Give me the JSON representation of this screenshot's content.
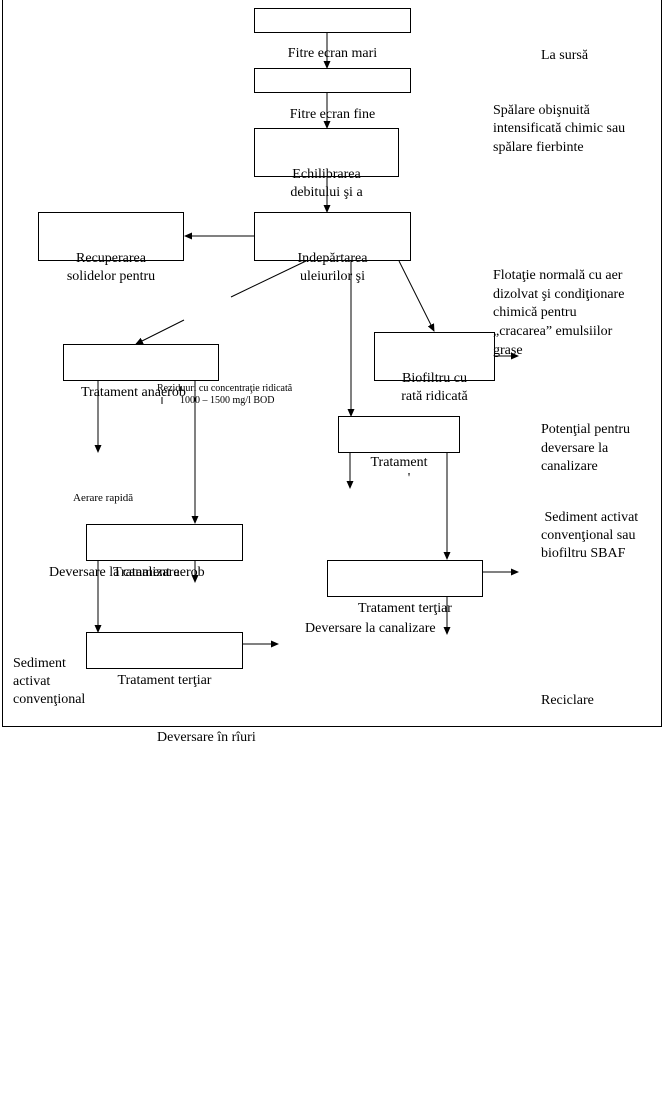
{
  "labels": {
    "fitre_mari": "Fitre ecran mari",
    "fitre_fine": "Fitre ecran fine",
    "echilibrare_1": "Echilibrarea",
    "echilibrare_2": "debitului şi a",
    "recuperare_1": "Recuperarea",
    "recuperare_2": "solidelor pentru",
    "indepartare_1": "Indepărtarea",
    "indepartare_2": "uleiurilor şi",
    "trat_anaerob": "Tratament anaerob",
    "reziduuri_1": "Reziduuri cu concentraţie ridicată",
    "reziduuri_2": "1000 – 1500 mg/l BOD",
    "biofiltru_1": "Biofiltru cu",
    "biofiltru_2": "rată ridicată",
    "trat_mid_1": "Tratament",
    "trat_mid_2": "'",
    "aerare": "Aerare  rapidă",
    "deversare_can_left": "Deversare la canalizare",
    "trat_aerob": "Tratament aerob",
    "trat_tertiar_right": "Tratament terţiar",
    "deversare_can_right": "Deversare la canalizare",
    "trat_tertiar_left": "Tratament terţiar",
    "sediment_left_1": "Sediment",
    "sediment_left_2": "activat",
    "sediment_left_3": "convenţional",
    "deversare_riuri": "Deversare în rîuri"
  },
  "notes": {
    "la_sursa": "La sursă",
    "spalare_1": "Spălare obişnuită",
    "spalare_2": "intensificată chimic sau",
    "spalare_3": "spălare fierbinte",
    "flotatie_1": "Flotaţie normală cu aer",
    "flotatie_2": "dizolvat şi condiţionare",
    "flotatie_3": "chimică pentru",
    "flotatie_4": "„cracarea” emulsiilor",
    "flotatie_5": "grase",
    "potential_1": "Potenţial pentru",
    "potential_2": "deversare la",
    "potential_3": "canalizare",
    "sediment_r_1": " Sediment activat",
    "sediment_r_2": "convenţional sau",
    "sediment_r_3": "biofiltru SBAF",
    "reciclare": "Reciclare"
  }
}
